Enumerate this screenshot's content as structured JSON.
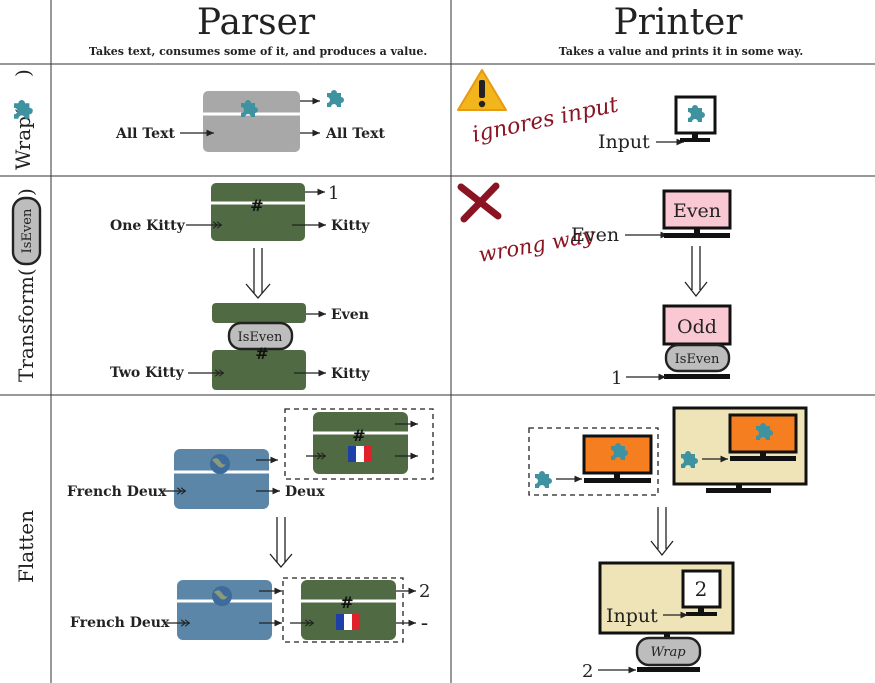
{
  "header": {
    "parser_title": "Parser",
    "parser_subtitle": "Takes text, consumes some of it, and produces a value.",
    "printer_title": "Printer",
    "printer_subtitle": "Takes a value and prints it in some way."
  },
  "rows": {
    "wrap": {
      "label_prefix": "Wrap(",
      "label_suffix": ")",
      "parser_input": "All Text",
      "parser_output": "All Text",
      "printer_note": "ignores input",
      "printer_input": "Input"
    },
    "transform": {
      "label_prefix": "Transform(",
      "label_suffix": ")",
      "badge": "IsEven",
      "parser_top_input": "One Kitty",
      "parser_top_out_value": "1",
      "parser_top_out_rest": "Kitty",
      "parser_bottom_input": "Two Kitty",
      "parser_bottom_out_value": "Even",
      "parser_bottom_out_rest": "Kitty",
      "parser_badge": "IsEven",
      "printer_note": "wrong way",
      "printer_top_input": "Even",
      "printer_top_screen": "Even",
      "printer_bottom_screen": "Odd",
      "printer_bottom_badge": "IsEven",
      "printer_bottom_input": "1"
    },
    "flatten": {
      "label": "Flatten",
      "parser_top_input": "French Deux",
      "parser_top_output": "Deux",
      "parser_bottom_input": "French Deux",
      "parser_bottom_out_value": "2",
      "parser_bottom_out_rest": "–",
      "printer_screen_value": "2",
      "printer_input": "Input",
      "printer_badge": "Wrap",
      "printer_bottom_input": "2"
    }
  },
  "symbols": {
    "hash": "#"
  },
  "colors": {
    "gray_box": "#a8a8a8",
    "green_box": "#506b43",
    "blue_box": "#5b86a8",
    "puzzle": "#3f93a0",
    "monitor_pink": "#f9c8d3",
    "monitor_orange": "#f57f20",
    "panel_tan": "#efe3b8",
    "ink_red": "#8a1422",
    "warning_yellow": "#f2b51b"
  }
}
